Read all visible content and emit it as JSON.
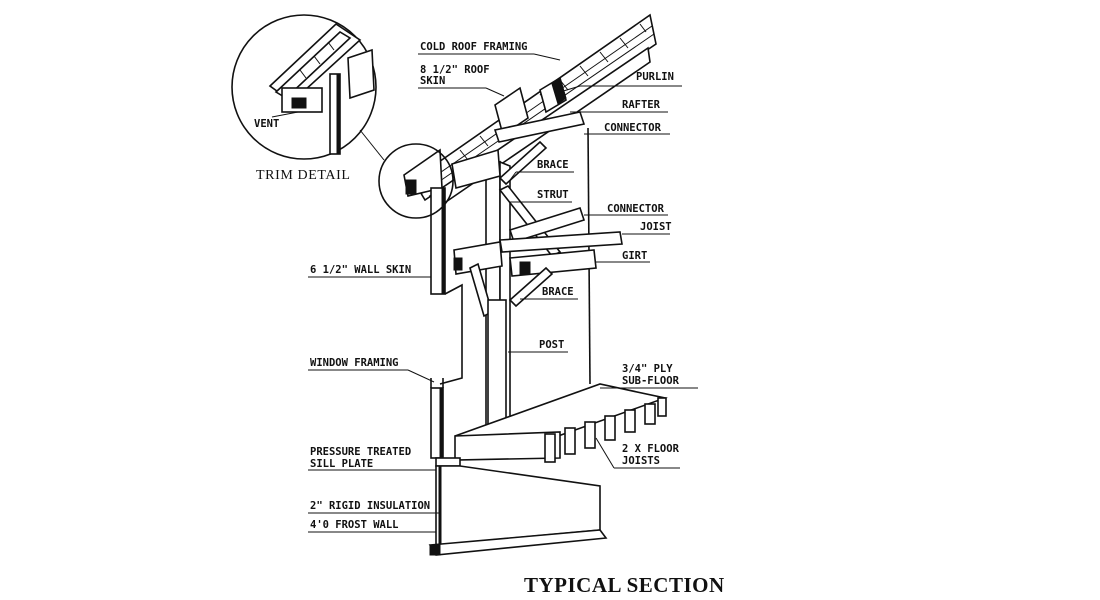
{
  "title": "TYPICAL SECTION",
  "detail": {
    "title": "TRIM DETAIL",
    "vent_label": "VENT"
  },
  "labels": {
    "cold_roof": "COLD ROOF FRAMING",
    "roof_skin_1": "8 1/2\" ROOF",
    "roof_skin_2": "SKIN",
    "purlin": "PURLIN",
    "rafter": "RAFTER",
    "connector_top": "CONNECTOR",
    "brace_top": "BRACE",
    "strut": "STRUT",
    "connector_mid": "CONNECTOR",
    "joist": "JOIST",
    "girt": "GIRT",
    "wall_skin": "6 1/2\" WALL SKIN",
    "brace_bottom": "BRACE",
    "post": "POST",
    "window_framing": "WINDOW FRAMING",
    "ply_1": "3/4\" PLY",
    "ply_2": "SUB-FLOOR",
    "sill_1": "PRESSURE TREATED",
    "sill_2": "SILL PLATE",
    "floor_joists_1": "2 X FLOOR",
    "floor_joists_2": "JOISTS",
    "insulation": "2\" RIGID INSULATION",
    "frost_wall": "4'0 FROST WALL"
  }
}
